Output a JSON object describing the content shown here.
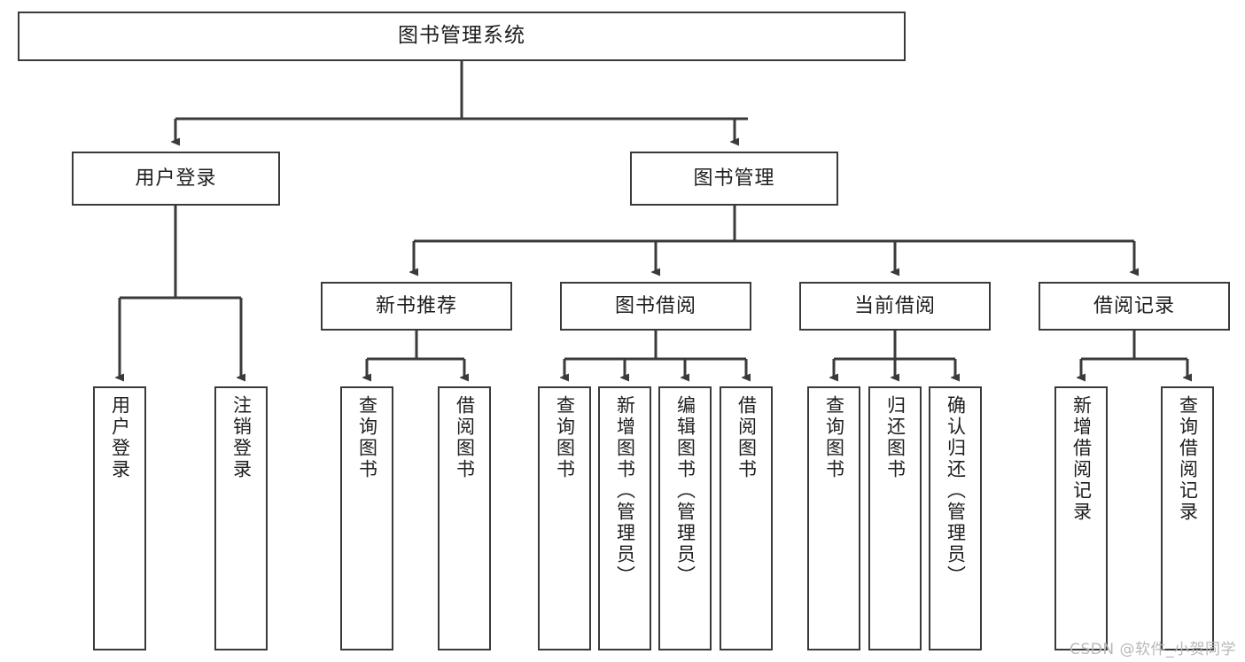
{
  "diagram": {
    "title": "图书管理系统",
    "type": "tree-hierarchy-diagram",
    "root": {
      "label": "图书管理系统"
    },
    "level2": [
      {
        "label": "用户登录"
      },
      {
        "label": "图书管理"
      }
    ],
    "level3": [
      {
        "label": "新书推荐"
      },
      {
        "label": "图书借阅"
      },
      {
        "label": "当前借阅"
      },
      {
        "label": "借阅记录"
      }
    ],
    "leaves": {
      "user_login": [
        {
          "label": "用户登录"
        },
        {
          "label": "注销登录"
        }
      ],
      "new_book_recommend": [
        {
          "label": "查询图书"
        },
        {
          "label": "借阅图书"
        }
      ],
      "book_borrow": [
        {
          "label": "查询图书"
        },
        {
          "label": "新增图书（管理员）"
        },
        {
          "label": "编辑图书（管理员）"
        },
        {
          "label": "借阅图书"
        }
      ],
      "current_borrow": [
        {
          "label": "查询图书"
        },
        {
          "label": "归还图书"
        },
        {
          "label": "确认归还（管理员）"
        }
      ],
      "borrow_record": [
        {
          "label": "新增借阅记录"
        },
        {
          "label": "查询借阅记录"
        }
      ]
    }
  },
  "watermark": {
    "text": "CSDN @软件_小贺同学"
  },
  "colors": {
    "box_border": "#3a3a3a",
    "connector": "#3a3a3a",
    "background": "#ffffff",
    "text": "#1d1d1d",
    "watermark": "#b8b8b8"
  }
}
